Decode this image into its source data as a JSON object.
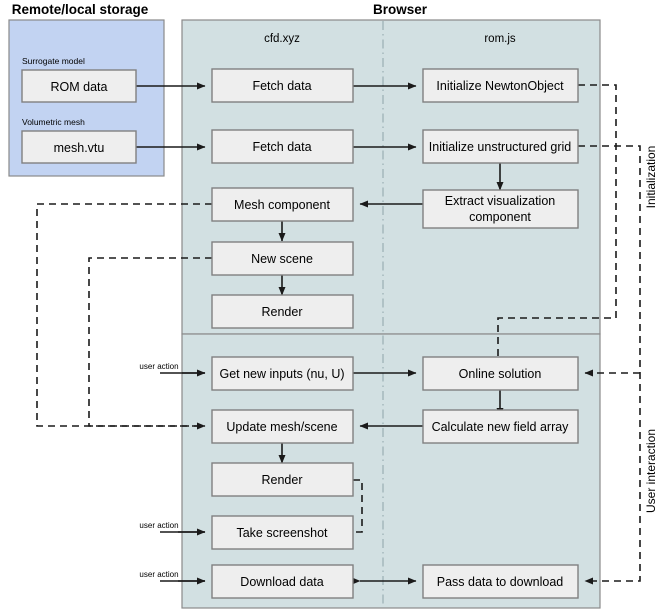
{
  "diagram": {
    "title_storage": "Remote/local storage",
    "title_browser": "Browser",
    "column_left": "cfd.xyz",
    "column_right": "rom.js",
    "phases": [
      {
        "name": "Initialization"
      },
      {
        "name": "User interaction"
      }
    ],
    "colors": {
      "storage_fill": "#c2d3f2",
      "browser_fill": "#d2e0e2",
      "node_fill": "#eeeeee",
      "node_stroke": "#808080",
      "arrow": "#1a1a1a",
      "divider": "#9fb3b6"
    },
    "storage_items": [
      {
        "label": "Surrogate model",
        "file": "ROM data"
      },
      {
        "label": "Volumetric mesh",
        "file": "mesh.vtu"
      }
    ],
    "user_actions": [
      {
        "label": "user action"
      },
      {
        "label": "user action"
      },
      {
        "label": "user action"
      }
    ],
    "nodes": {
      "fetch_data_1": "Fetch data",
      "fetch_data_2": "Fetch data",
      "mesh_component": "Mesh component",
      "new_scene": "New scene",
      "render_init": "Render",
      "init_newton": "Initialize NewtonObject",
      "init_grid": "Initialize unstructured grid",
      "extract_vis_l1": "Extract visualization",
      "extract_vis_l2": "component",
      "get_new_inputs": "Get new inputs (nu, U)",
      "update_mesh": "Update mesh/scene",
      "render_user": "Render",
      "take_screenshot": "Take screenshot",
      "download_data": "Download data",
      "online_solution": "Online solution",
      "calc_field": "Calculate new field array",
      "pass_download": "Pass data to download"
    }
  }
}
